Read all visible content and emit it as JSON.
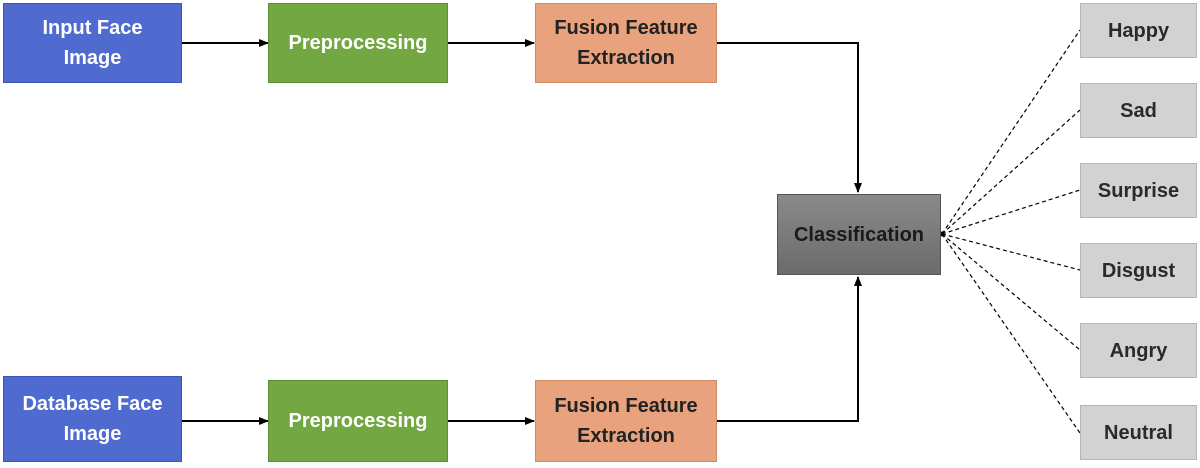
{
  "rows": [
    {
      "input": "Input Face\nImage",
      "preprocess": "Preprocessing",
      "fusion": "Fusion Feature\nExtraction"
    },
    {
      "input": "Database Face\nImage",
      "preprocess": "Preprocessing",
      "fusion": "Fusion Feature\nExtraction"
    }
  ],
  "classifier": "Classification",
  "emotions": [
    "Happy",
    "Sad",
    "Surprise",
    "Disgust",
    "Angry",
    "Neutral"
  ],
  "colors": {
    "input": "#4f6bd0",
    "preprocess": "#72a742",
    "fusion": "#e8a27e",
    "classifier": "#7a7a7a",
    "emotion": "#d2d2d2"
  }
}
